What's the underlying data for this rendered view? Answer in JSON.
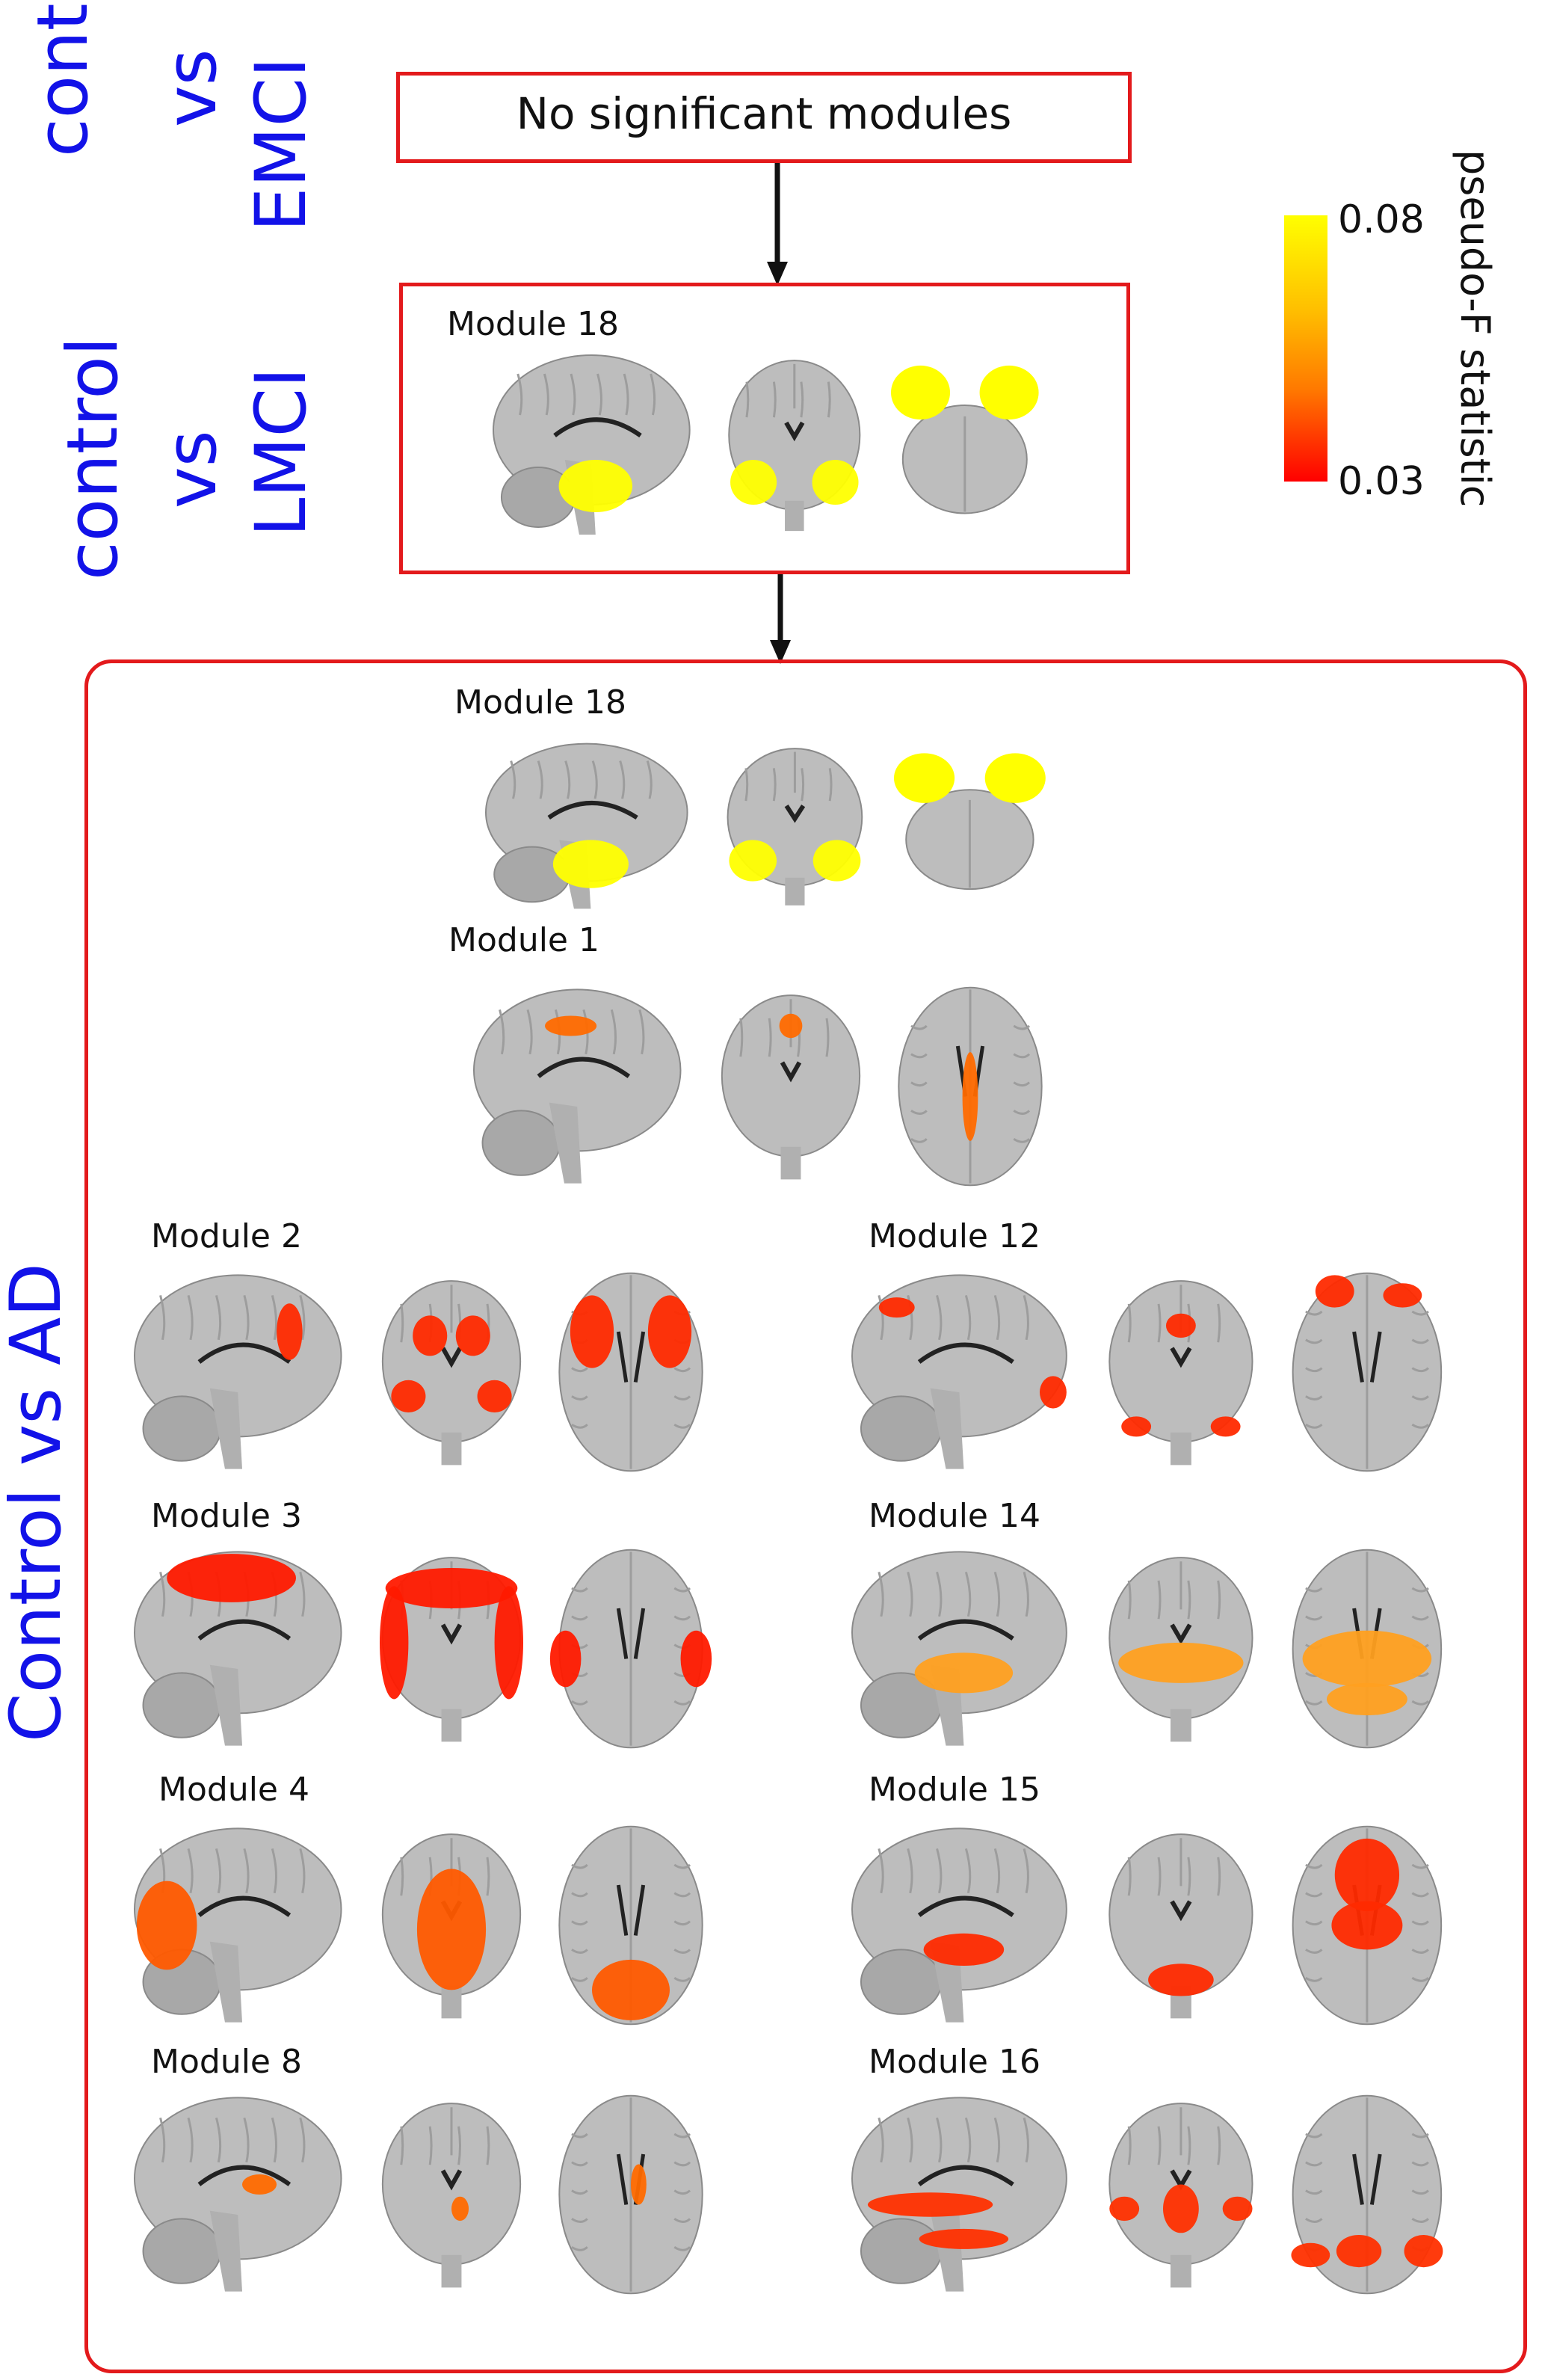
{
  "rows": {
    "emci_label": "control vs EMCI",
    "emci_line1": "control",
    "emci_line2": "vs",
    "emci_line3": "EMCI",
    "lmci_line1": "control",
    "lmci_line2": "vs",
    "lmci_line3": "LMCI",
    "ad_label": "Control vs AD"
  },
  "emci_box": {
    "text": "No significant modules"
  },
  "lmci_box": {
    "module_label": "Module 18",
    "color": "#ffff00"
  },
  "ad_box": {
    "modules": [
      {
        "label": "Module 18",
        "color": "#ffff00"
      },
      {
        "label": "Module 1",
        "color": "#ff6a00"
      },
      {
        "label": "Module 2",
        "color": "#ff2a00"
      },
      {
        "label": "Module 12",
        "color": "#ff2a00"
      },
      {
        "label": "Module 3",
        "color": "#ff1a00"
      },
      {
        "label": "Module 14",
        "color": "#ffa020"
      },
      {
        "label": "Module 4",
        "color": "#ff5a00"
      },
      {
        "label": "Module 15",
        "color": "#ff2a00"
      },
      {
        "label": "Module 8",
        "color": "#ff6a00"
      },
      {
        "label": "Module 16",
        "color": "#ff3000"
      }
    ]
  },
  "colorbar": {
    "title": "pseudo-F statistic",
    "max_label": "0.08",
    "min_label": "0.03",
    "color_high": "#ffff00",
    "color_low": "#ff0000"
  }
}
